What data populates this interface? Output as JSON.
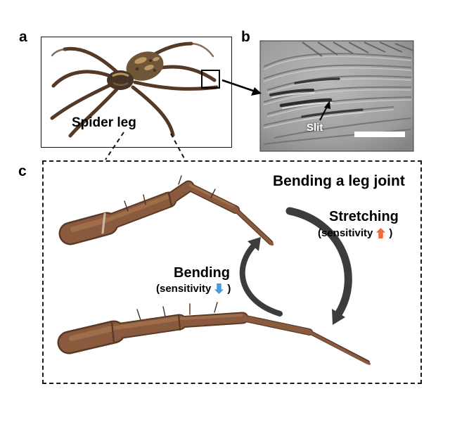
{
  "figure": {
    "panel_a": {
      "label": "a",
      "caption": "Spider leg"
    },
    "panel_b": {
      "label": "b",
      "annotation": "Slit"
    },
    "panel_c": {
      "label": "c",
      "title": "Bending a leg joint",
      "stretching_label": "Stretching",
      "bending_label": "Bending",
      "sensitivity_prefix": "(sensitivity",
      "sensitivity_suffix": ")"
    }
  },
  "icons": {
    "sensitivity_up": "up-block-arrow-icon",
    "sensitivity_down": "down-block-arrow-icon"
  },
  "colors": {
    "sensitivity_up_arrow": "#f2693c",
    "sensitivity_down_arrow": "#4d9ad8",
    "flow_arrow": "#3c3c3c",
    "leg_brown": "#8a5a3e",
    "sem_gray": "#9e9e9e",
    "scale_bar": "#ffffff"
  }
}
